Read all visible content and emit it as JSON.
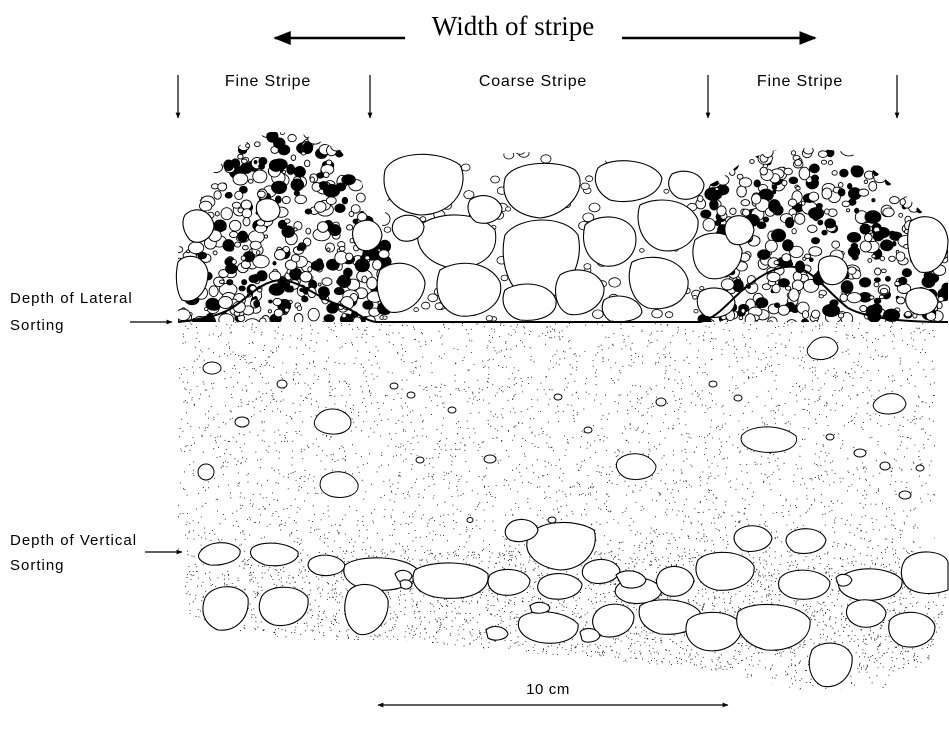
{
  "title": "Width of stripe",
  "stripes": {
    "left": "Fine Stripe",
    "middle": "Coarse Stripe",
    "right": "Fine Stripe"
  },
  "depth_labels": {
    "lateral_line1": "Depth of Lateral",
    "lateral_line2": "Sorting",
    "vertical_line1": "Depth of Vertical",
    "vertical_line2": "Sorting"
  },
  "scale_bar": "10 cm",
  "colors": {
    "ink": "#000000",
    "background": "#ffffff"
  }
}
